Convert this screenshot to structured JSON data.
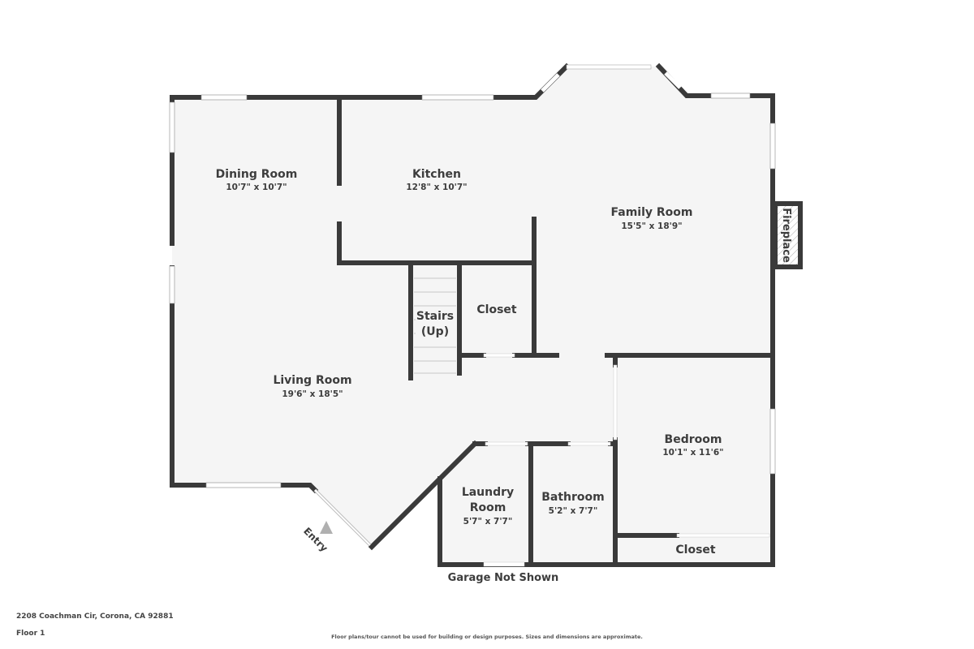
{
  "plan": {
    "colors": {
      "wall": "#3a3a3a",
      "floor": "#f5f5f5",
      "window": "#ffffff",
      "background": "#ffffff",
      "text": "#3d3d3d",
      "entry_arrow": "#b0b0b0"
    },
    "rooms": [
      {
        "name": "Dining Room",
        "dimensions": "10'7\" x 10'7\""
      },
      {
        "name": "Kitchen",
        "dimensions": "12'8\" x 10'7\""
      },
      {
        "name": "Family Room",
        "dimensions": "15'5\" x 18'9\""
      },
      {
        "name": "Stairs",
        "sub": "(Up)"
      },
      {
        "name": "Closet"
      },
      {
        "name": "Living Room",
        "dimensions": "19'6\" x 18'5\""
      },
      {
        "name": "Bedroom",
        "dimensions": "10'1\" x 11'6\""
      },
      {
        "name": "Laundry",
        "name2": "Room",
        "dimensions": "5'7\" x 7'7\""
      },
      {
        "name": "Bathroom",
        "dimensions": "5'2\" x 7'7\""
      },
      {
        "name": "Closet"
      }
    ],
    "fixtures": {
      "fireplace": "Fireplace",
      "entry": "Entry"
    },
    "notes": {
      "garage": "Garage Not Shown"
    }
  },
  "footer": {
    "address": "2208 Coachman Cir, Corona, CA 92881",
    "floor": "Floor 1",
    "disclaimer": "Floor plans/tour cannot be used for building or design purposes. Sizes and dimensions are approximate."
  }
}
